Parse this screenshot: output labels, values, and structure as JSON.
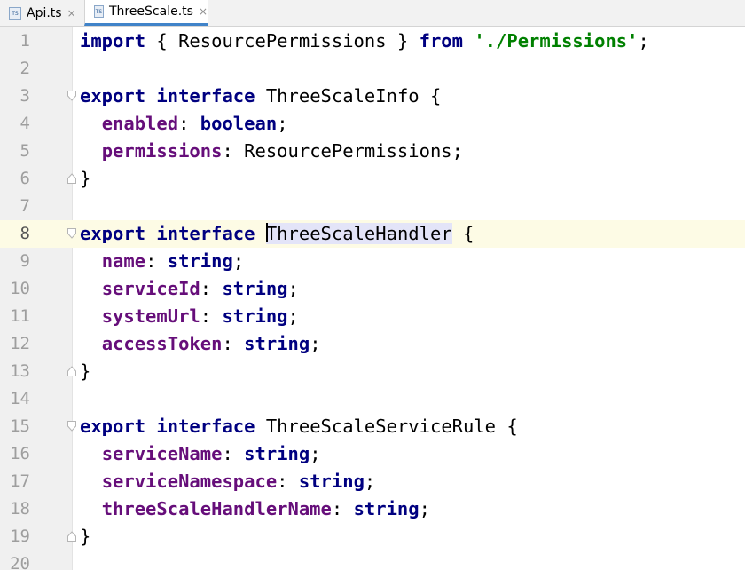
{
  "tabs": [
    {
      "label": "Api.ts",
      "icon": "typescript-file-icon",
      "active": false
    },
    {
      "label": "ThreeScale.ts",
      "icon": "typescript-file-icon",
      "active": true
    }
  ],
  "tab_icon_text": "TS",
  "close_glyph": "×",
  "editor": {
    "current_line": 8,
    "lines": [
      {
        "n": "1",
        "tokens": [
          {
            "t": "import",
            "c": "kw"
          },
          {
            "t": " { ResourcePermissions } ",
            "c": "plain"
          },
          {
            "t": "from",
            "c": "kw"
          },
          {
            "t": " ",
            "c": "plain"
          },
          {
            "t": "'./Permissions'",
            "c": "str"
          },
          {
            "t": ";",
            "c": "plain"
          }
        ]
      },
      {
        "n": "2",
        "tokens": []
      },
      {
        "n": "3",
        "fold": "open",
        "tokens": [
          {
            "t": "export",
            "c": "kw"
          },
          {
            "t": " ",
            "c": "plain"
          },
          {
            "t": "interface",
            "c": "kw"
          },
          {
            "t": " ThreeScaleInfo {",
            "c": "plain"
          }
        ]
      },
      {
        "n": "4",
        "tokens": [
          {
            "t": "  ",
            "c": "plain"
          },
          {
            "t": "enabled",
            "c": "prop"
          },
          {
            "t": ": ",
            "c": "plain"
          },
          {
            "t": "boolean",
            "c": "kw"
          },
          {
            "t": ";",
            "c": "plain"
          }
        ]
      },
      {
        "n": "5",
        "tokens": [
          {
            "t": "  ",
            "c": "plain"
          },
          {
            "t": "permissions",
            "c": "prop"
          },
          {
            "t": ": ResourcePermissions;",
            "c": "plain"
          }
        ]
      },
      {
        "n": "6",
        "fold": "close",
        "tokens": [
          {
            "t": "}",
            "c": "plain"
          }
        ]
      },
      {
        "n": "7",
        "tokens": []
      },
      {
        "n": "8",
        "fold": "open",
        "tokens": [
          {
            "t": "export",
            "c": "kw"
          },
          {
            "t": " ",
            "c": "plain"
          },
          {
            "t": "interface",
            "c": "kw"
          },
          {
            "t": " ",
            "c": "plain"
          },
          {
            "t": "ThreeScaleHandler",
            "c": "plain hl",
            "caret": true
          },
          {
            "t": " {",
            "c": "plain"
          }
        ]
      },
      {
        "n": "9",
        "tokens": [
          {
            "t": "  ",
            "c": "plain"
          },
          {
            "t": "name",
            "c": "prop"
          },
          {
            "t": ": ",
            "c": "plain"
          },
          {
            "t": "string",
            "c": "kw"
          },
          {
            "t": ";",
            "c": "plain"
          }
        ]
      },
      {
        "n": "10",
        "tokens": [
          {
            "t": "  ",
            "c": "plain"
          },
          {
            "t": "serviceId",
            "c": "prop"
          },
          {
            "t": ": ",
            "c": "plain"
          },
          {
            "t": "string",
            "c": "kw"
          },
          {
            "t": ";",
            "c": "plain"
          }
        ]
      },
      {
        "n": "11",
        "tokens": [
          {
            "t": "  ",
            "c": "plain"
          },
          {
            "t": "systemUrl",
            "c": "prop"
          },
          {
            "t": ": ",
            "c": "plain"
          },
          {
            "t": "string",
            "c": "kw"
          },
          {
            "t": ";",
            "c": "plain"
          }
        ]
      },
      {
        "n": "12",
        "tokens": [
          {
            "t": "  ",
            "c": "plain"
          },
          {
            "t": "accessToken",
            "c": "prop"
          },
          {
            "t": ": ",
            "c": "plain"
          },
          {
            "t": "string",
            "c": "kw"
          },
          {
            "t": ";",
            "c": "plain"
          }
        ]
      },
      {
        "n": "13",
        "fold": "close",
        "tokens": [
          {
            "t": "}",
            "c": "plain"
          }
        ]
      },
      {
        "n": "14",
        "tokens": []
      },
      {
        "n": "15",
        "fold": "open",
        "tokens": [
          {
            "t": "export",
            "c": "kw"
          },
          {
            "t": " ",
            "c": "plain"
          },
          {
            "t": "interface",
            "c": "kw"
          },
          {
            "t": " ThreeScaleServiceRule {",
            "c": "plain"
          }
        ]
      },
      {
        "n": "16",
        "tokens": [
          {
            "t": "  ",
            "c": "plain"
          },
          {
            "t": "serviceName",
            "c": "prop"
          },
          {
            "t": ": ",
            "c": "plain"
          },
          {
            "t": "string",
            "c": "kw"
          },
          {
            "t": ";",
            "c": "plain"
          }
        ]
      },
      {
        "n": "17",
        "tokens": [
          {
            "t": "  ",
            "c": "plain"
          },
          {
            "t": "serviceNamespace",
            "c": "prop"
          },
          {
            "t": ": ",
            "c": "plain"
          },
          {
            "t": "string",
            "c": "kw"
          },
          {
            "t": ";",
            "c": "plain"
          }
        ]
      },
      {
        "n": "18",
        "tokens": [
          {
            "t": "  ",
            "c": "plain"
          },
          {
            "t": "threeScaleHandlerName",
            "c": "prop"
          },
          {
            "t": ": ",
            "c": "plain"
          },
          {
            "t": "string",
            "c": "kw"
          },
          {
            "t": ";",
            "c": "plain"
          }
        ]
      },
      {
        "n": "19",
        "fold": "close",
        "tokens": [
          {
            "t": "}",
            "c": "plain"
          }
        ]
      },
      {
        "n": "20",
        "tokens": []
      }
    ]
  },
  "colors": {
    "keyword": "#000080",
    "string": "#008000",
    "property": "#660e7a",
    "current_line_bg": "#fdfbe5",
    "identifier_highlight": "#e3e4f8",
    "active_tab_underline": "#4083c9"
  }
}
